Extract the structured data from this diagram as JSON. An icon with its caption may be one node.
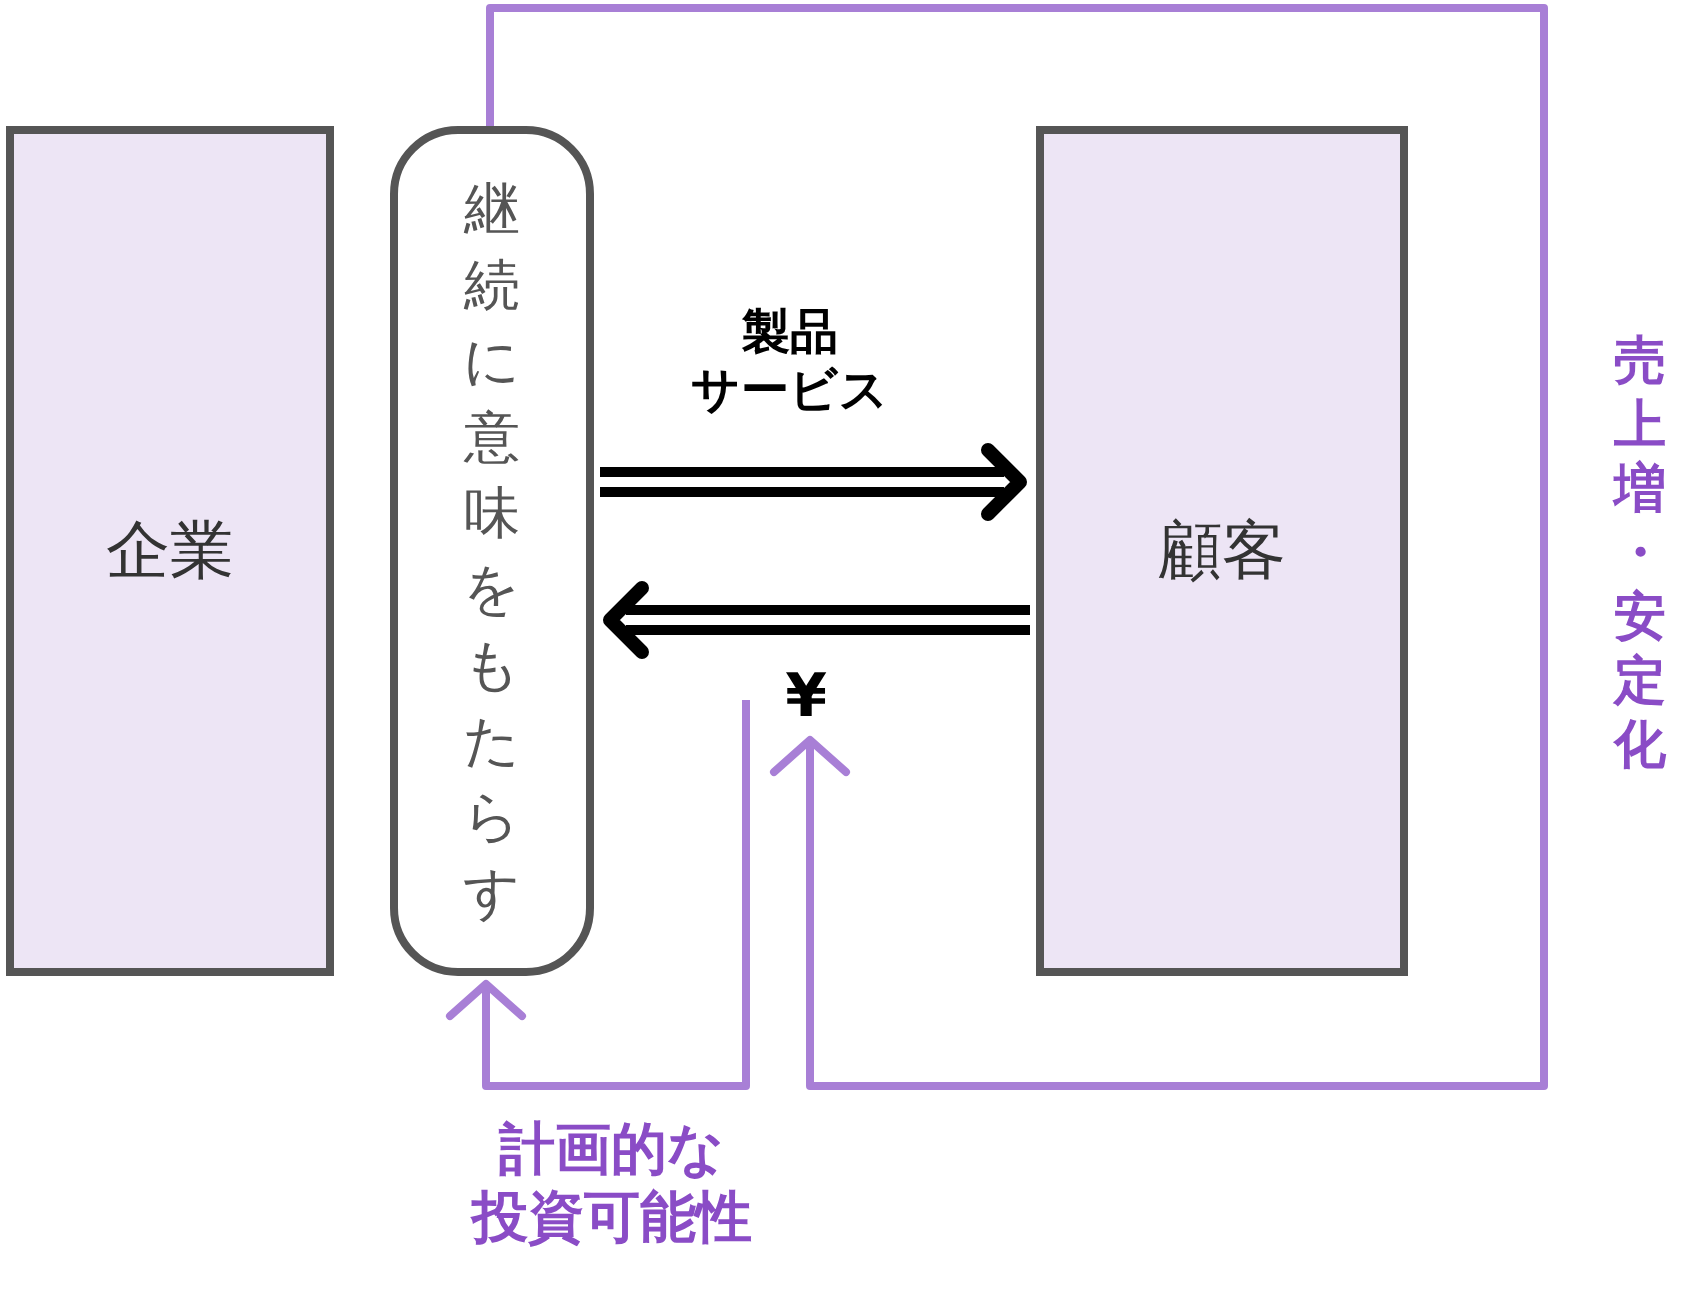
{
  "diagram": {
    "nodes": [
      {
        "text": [
          "企業"
        ]
      },
      {
        "text": [
          "継続に意味をもたらす"
        ]
      },
      {
        "text": [
          "顧客"
        ]
      },
      {
        "text": [
          "¥"
        ]
      }
    ],
    "edges": [
      {
        "from": 1,
        "to": 2,
        "arrow": "to",
        "label": "製品サービス"
      },
      {
        "from": 2,
        "to": 1,
        "arrow": "to"
      },
      {
        "from": 1,
        "to": 3,
        "arrow": "to",
        "label": "売上増・安定化",
        "color": "#a87fd6"
      },
      {
        "from": 3,
        "to": 1,
        "arrow": "to",
        "label": "計画的な投資可能性",
        "color": "#a87fd6"
      }
    ]
  }
}
